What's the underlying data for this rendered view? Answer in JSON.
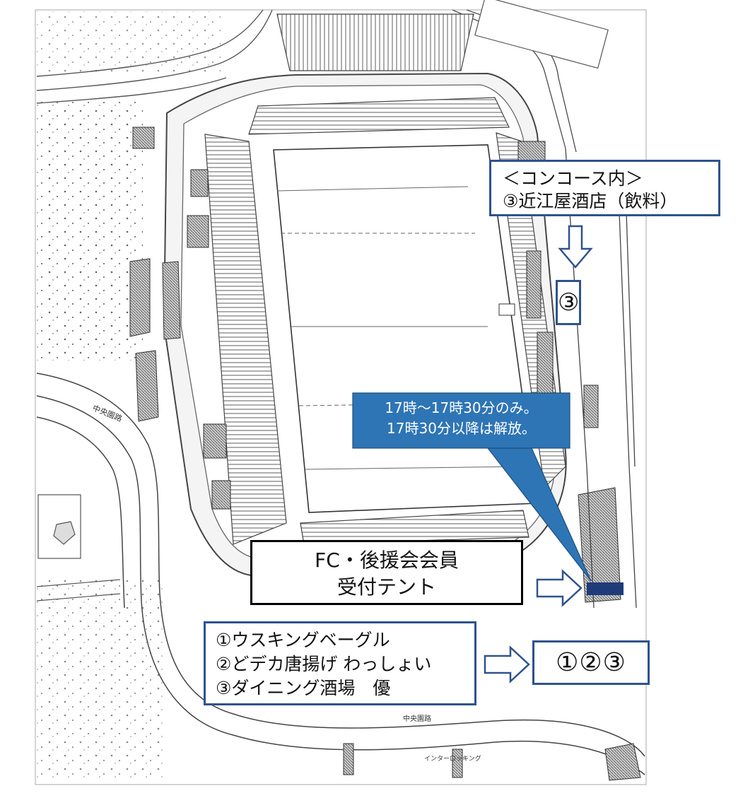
{
  "map": {
    "road_labels": {
      "road_west": "中央園路",
      "road_south": "中央園路",
      "interchange": "インターロッキング"
    }
  },
  "concourse_box": {
    "heading": "＜コンコース内＞",
    "item": "③近江屋酒店（飲料）"
  },
  "concourse_marker": "③",
  "callout": {
    "line1": "17時～17時30分のみ。",
    "line2": "17時30分以降は解放。",
    "color": "#2e75b6"
  },
  "fc_tent": {
    "line1": "FC・後援会会員",
    "line2": "受付テント",
    "marker_color": "#1f3b7a"
  },
  "vendors": {
    "items": [
      "①ウスキングベーグル",
      "②どデカ唐揚げ わっしょい",
      "③ダイニング酒場　優"
    ]
  },
  "vendor_marker": "①②③",
  "colors": {
    "box_border_blue": "#2f528f",
    "box_border_black": "#000000",
    "map_line": "#555555"
  }
}
